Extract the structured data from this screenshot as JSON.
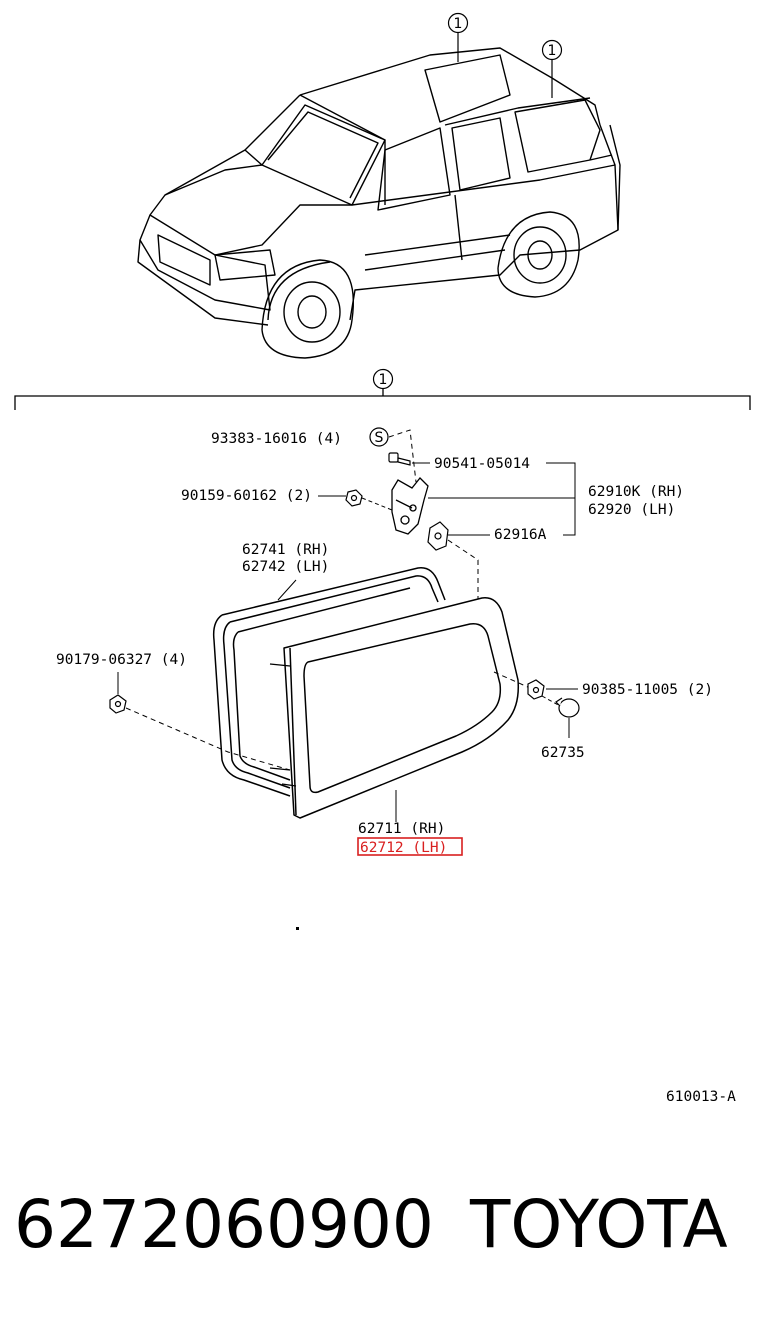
{
  "callout_marker": "1",
  "vehicle_callouts": [
    "1",
    "1"
  ],
  "section_marker": "1",
  "parts": {
    "p93383": "93383-16016 (4)",
    "s_mark": "S",
    "p90541": "90541-05014",
    "p90159": "90159-60162 (2)",
    "p62910k": "62910K (RH)",
    "p62920": "62920  (LH)",
    "p62916a": "62916A",
    "p62741": "62741 (RH)",
    "p62742": "62742 (LH)",
    "p90179": "90179-06327 (4)",
    "p90385": "90385-11005 (2)",
    "p62735": "62735",
    "p62711": "62711 (RH)",
    "p62712": "62712 (LH)"
  },
  "highlight_color": "#d92020",
  "diagram_code": "610013-A",
  "footer": {
    "part_number": "6272060900",
    "brand": "TOYOTA"
  }
}
